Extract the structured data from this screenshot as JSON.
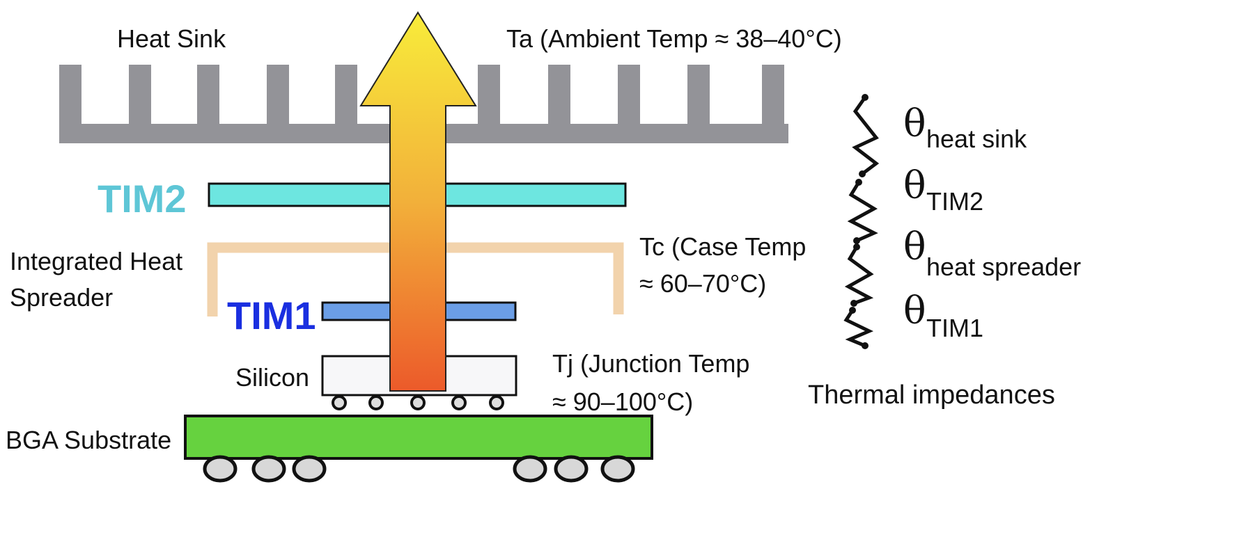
{
  "labels": {
    "heat_sink": "Heat Sink",
    "ambient": "Ta (Ambient Temp ≈ 38–40°C)",
    "tim2": "TIM2",
    "ihs_line1": "Integrated Heat",
    "ihs_line2": "Spreader",
    "case_line1": "Tc (Case Temp",
    "case_line2": "≈ 60–70°C)",
    "tim1": "TIM1",
    "silicon": "Silicon",
    "junction_line1": "Tj (Junction Temp",
    "junction_line2": "≈ 90–100°C)",
    "substrate": "BGA Substrate",
    "impedances_title": "Thermal impedances"
  },
  "impedances": [
    {
      "symbol": "θ",
      "subscript": "heat sink"
    },
    {
      "symbol": "θ",
      "subscript": "TIM2"
    },
    {
      "symbol": "θ",
      "subscript": "heat spreader"
    },
    {
      "symbol": "θ",
      "subscript": "TIM1"
    }
  ],
  "colors": {
    "heat_sink": "#939398",
    "tim2": "#6de6e0",
    "tim2_label": "#5ec6d6",
    "ihs": "#f2d3ac",
    "tim1": "#6b9ee6",
    "tim1_label": "#1a2fe0",
    "substrate": "#66d23f",
    "arrow_top": "#f8ec3a",
    "arrow_bottom": "#ec5a2a"
  }
}
